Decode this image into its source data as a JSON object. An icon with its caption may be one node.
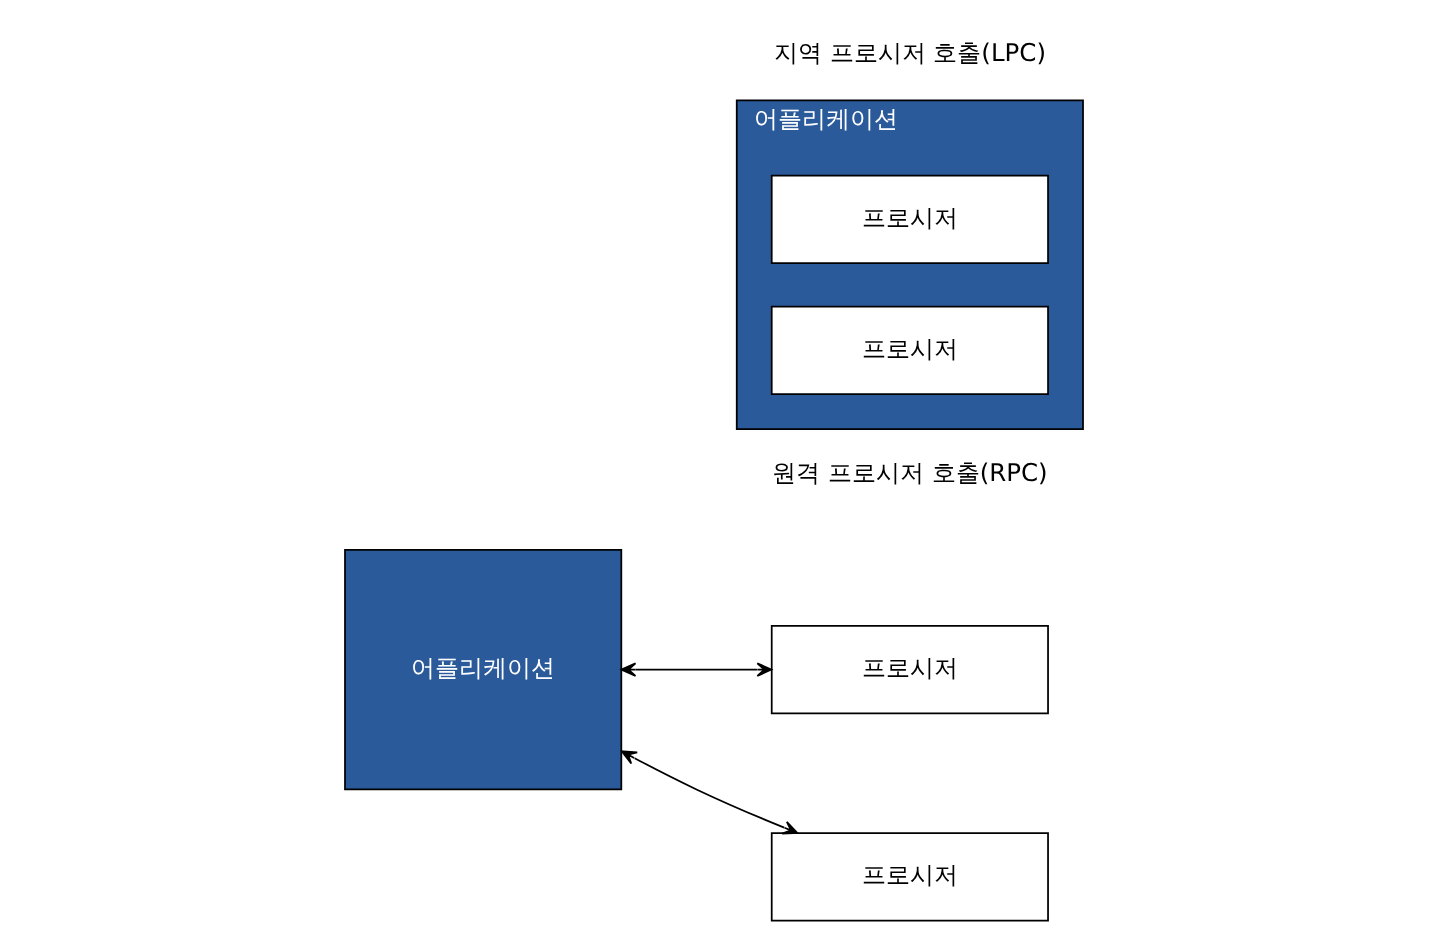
{
  "diagram": {
    "nodes": [
      {
        "text": [
          "어플리케이션"
        ]
      },
      {
        "text": [
          "프로시저"
        ],
        "in": 0
      },
      {
        "text": [
          "프로시저"
        ],
        "in": 0
      },
      {
        "text": [
          "어플리케이션"
        ]
      },
      {
        "text": [
          "프로시저"
        ]
      },
      {
        "text": [
          "프로시저"
        ]
      }
    ],
    "edges": [
      {
        "from": 3,
        "to": 4,
        "arrow": "both"
      },
      {
        "from": 3,
        "to": 5,
        "arrow": "both"
      }
    ],
    "labels": [
      "지역 프로시저 호출(LPC)",
      "원격 프로시저 호출(RPC)"
    ]
  }
}
